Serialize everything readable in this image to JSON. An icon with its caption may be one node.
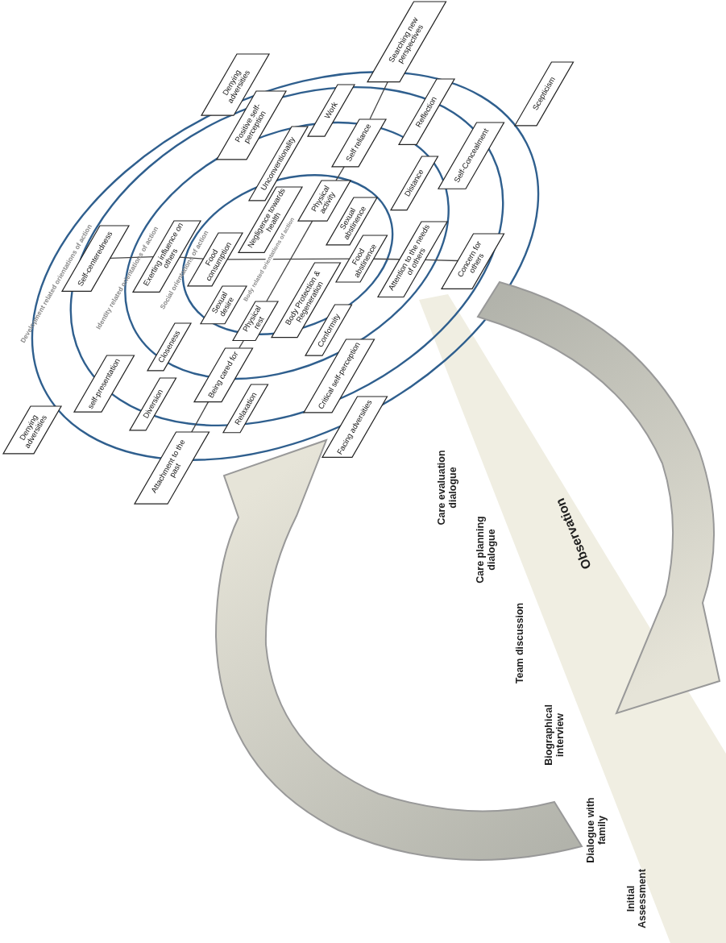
{
  "diagram": {
    "nodes": [
      {
        "text": [
          "Denying adversities"
        ]
      },
      {
        "text": [
          "Searching new perspectives"
        ]
      },
      {
        "text": [
          "Scepticism"
        ]
      },
      {
        "text": [
          "Positive self-perception"
        ]
      },
      {
        "text": [
          "Work"
        ]
      },
      {
        "text": [
          "Reflection"
        ]
      },
      {
        "text": [
          "Self reliance"
        ]
      },
      {
        "text": [
          "Unconventionality"
        ]
      },
      {
        "text": [
          "Self-Concealment"
        ]
      },
      {
        "text": [
          "Negligence towards health"
        ]
      },
      {
        "text": [
          "Physical activity"
        ]
      },
      {
        "text": [
          "Distance"
        ]
      },
      {
        "text": [
          "Sexual abstinence"
        ]
      },
      {
        "text": [
          "Self-centeredness"
        ]
      },
      {
        "text": [
          "Exerting influence on others"
        ]
      },
      {
        "text": [
          "Food consumption"
        ]
      },
      {
        "text": [
          "Food abstinence"
        ]
      },
      {
        "text": [
          "Attention to the needs of others"
        ]
      },
      {
        "text": [
          "Concern for others"
        ]
      },
      {
        "text": [
          "Sexual desire"
        ]
      },
      {
        "text": [
          "Physical rest"
        ]
      },
      {
        "text": [
          "Body Protection & Regeneration"
        ]
      },
      {
        "text": [
          "Conformity"
        ]
      },
      {
        "text": [
          "Closeness"
        ]
      },
      {
        "text": [
          "self-presentation"
        ]
      },
      {
        "text": [
          "Being cared for"
        ]
      },
      {
        "text": [
          "Critical self-perception"
        ]
      },
      {
        "text": [
          "Diversion"
        ]
      },
      {
        "text": [
          "Relaxation"
        ]
      },
      {
        "text": [
          "Denying adversities"
        ]
      },
      {
        "text": [
          "Facing adversities"
        ]
      },
      {
        "text": [
          "Attachment to the past"
        ]
      }
    ],
    "edges": [
      {
        "from": 13,
        "to": 14,
        "arrow": "none"
      },
      {
        "from": 14,
        "to": 15,
        "arrow": "none"
      },
      {
        "from": 15,
        "to": 16,
        "arrow": "none"
      },
      {
        "from": 16,
        "to": 17,
        "arrow": "none"
      },
      {
        "from": 17,
        "to": 18,
        "arrow": "none"
      },
      {
        "from": 31,
        "to": 25,
        "arrow": "none"
      },
      {
        "from": 25,
        "to": 20,
        "arrow": "none"
      },
      {
        "from": 20,
        "to": 10,
        "arrow": "none"
      },
      {
        "from": 10,
        "to": 6,
        "arrow": "none"
      },
      {
        "from": 6,
        "to": 1,
        "arrow": "none"
      }
    ],
    "labels": [
      "Development related orientations of action",
      "Identity related orientations of action",
      "Social orientations of action",
      "Body related orientations of action",
      "Observation",
      "Care evaluation dialogue",
      "Care planning dialogue",
      "Team discussion",
      "Biographical interview",
      "Dialogue with family",
      "Initial Assessment"
    ]
  }
}
